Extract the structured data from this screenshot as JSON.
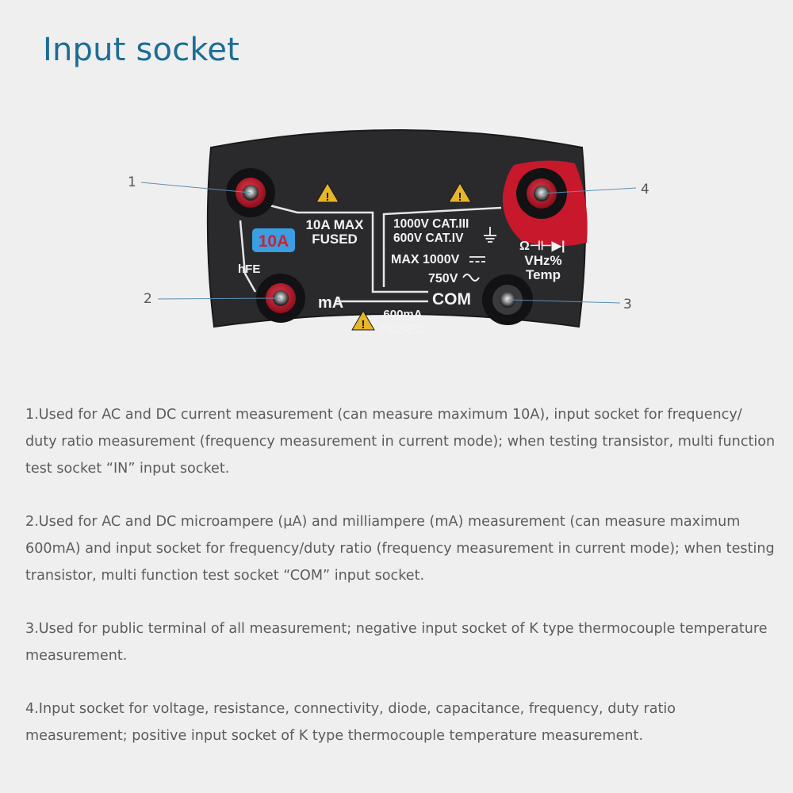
{
  "title": "Input socket",
  "colors": {
    "title": "#1b6d96",
    "panel": "#2a2a2d",
    "socket_red": "#c8182c",
    "badge_blue": "#3a9ee0",
    "warning_yellow": "#e8b52a"
  },
  "callouts": [
    "1",
    "2",
    "3",
    "4"
  ],
  "panel": {
    "badge_10a": "10A",
    "label_10a_max": "10A MAX",
    "label_fused_1": "FUSED",
    "label_hfe": "hFE",
    "label_ma": "mA",
    "label_600ma": "600mA",
    "label_fused_2": "FUSED",
    "label_com": "COM",
    "label_cat3": "1000V CAT.III",
    "label_cat4": "600V CAT.IV",
    "label_max_dc": "MAX 1000V",
    "label_ac": "750V",
    "label_symbols": "Ω⊣⊢▶|",
    "label_vhz": "VHz%",
    "label_temp": "Temp",
    "warning_icons": [
      "warning-icon",
      "warning-icon",
      "warning-icon"
    ]
  },
  "descriptions": [
    "1.Used for AC and DC current measurement (can measure maximum 10A), input socket for frequency/ duty ratio measurement (frequency measurement in current mode); when testing transistor, multi function test socket “IN” input socket.",
    "2.Used for AC and DC microampere (μA) and milliampere (mA) measurement (can measure maximum 600mA) and input socket for frequency/duty ratio (frequency measurement in current mode); when testing transistor, multi function test socket “COM” input socket.",
    "3.Used for public terminal of all measurement; negative input socket of K type thermocouple temperature measurement.",
    "4.Input socket for voltage, resistance, connectivity, diode, capacitance, frequency, duty ratio measurement; positive input socket of K type thermocouple temperature measurement."
  ]
}
